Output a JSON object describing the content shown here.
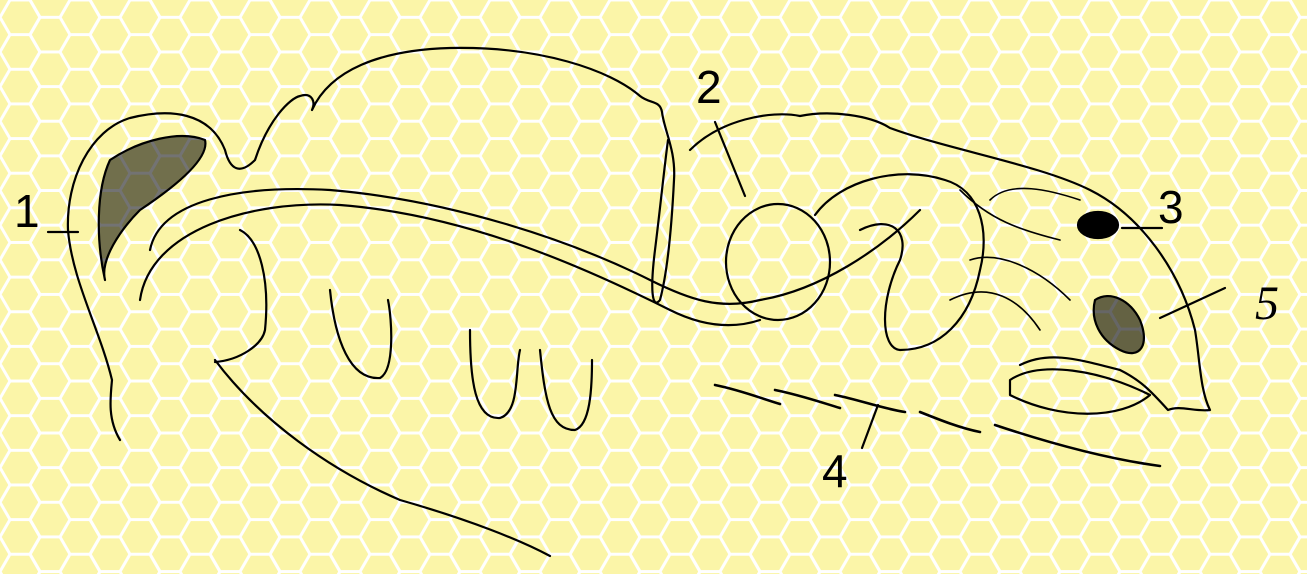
{
  "figure": {
    "background_color": "#fbf5a8",
    "honeycomb_color": "#ffffff",
    "line_color": "#000000",
    "labels": [
      "1",
      "2",
      "3",
      "4",
      "5"
    ]
  }
}
